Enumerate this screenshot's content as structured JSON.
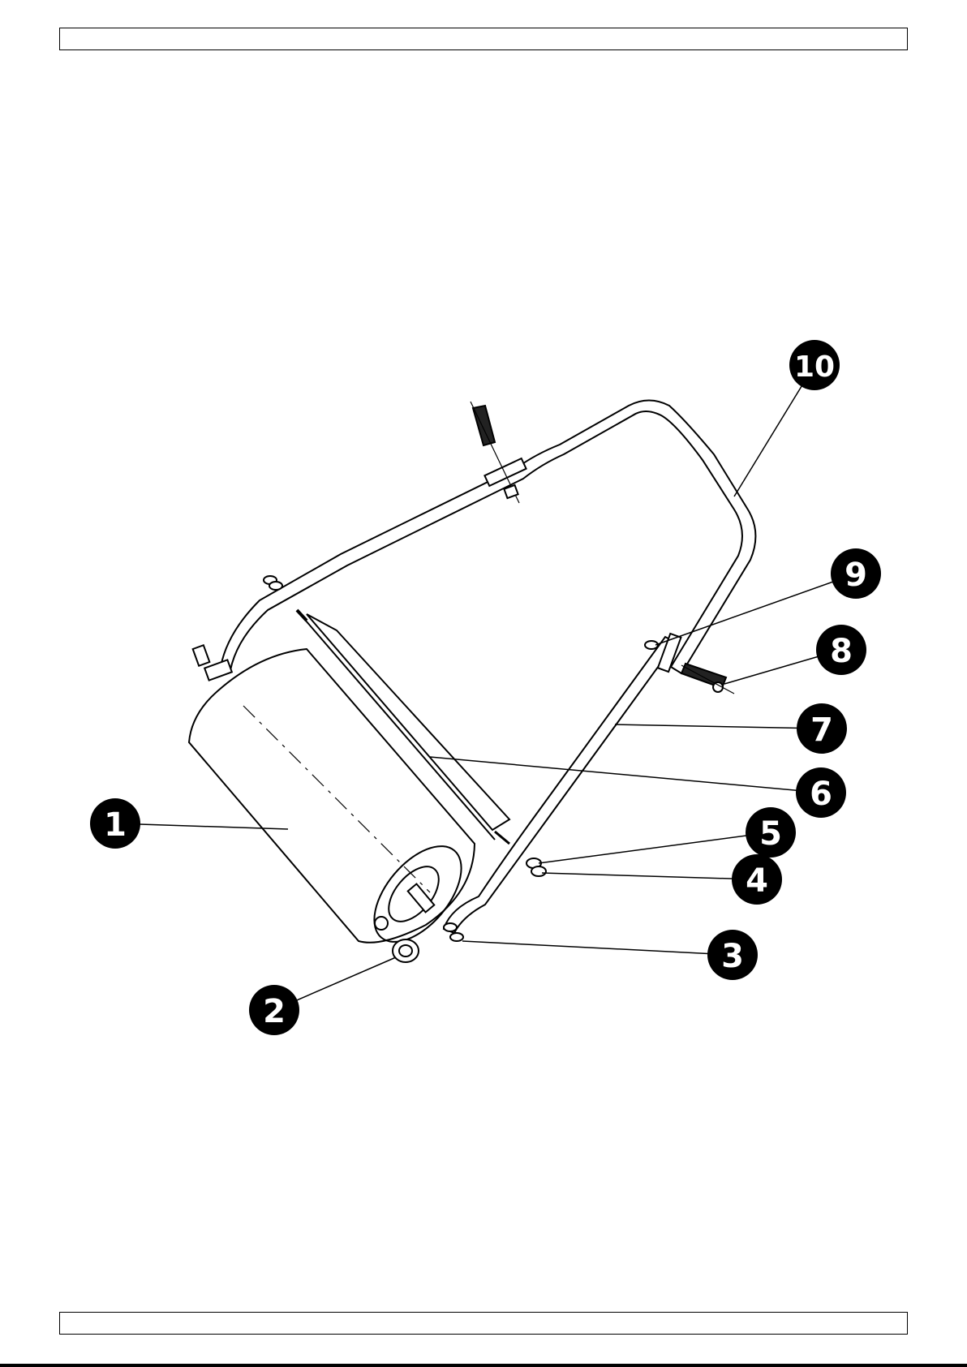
{
  "header": {
    "text": ""
  },
  "footer": {
    "text": ""
  },
  "diagram": {
    "subject": "lawn-roller-exploded-view",
    "callouts": [
      {
        "id": "callout-1",
        "label": "1"
      },
      {
        "id": "callout-2",
        "label": "2"
      },
      {
        "id": "callout-3",
        "label": "3"
      },
      {
        "id": "callout-4",
        "label": "4"
      },
      {
        "id": "callout-5",
        "label": "5"
      },
      {
        "id": "callout-6",
        "label": "6"
      },
      {
        "id": "callout-7",
        "label": "7"
      },
      {
        "id": "callout-8",
        "label": "8"
      },
      {
        "id": "callout-9",
        "label": "9"
      },
      {
        "id": "callout-10",
        "label": "10"
      }
    ]
  }
}
